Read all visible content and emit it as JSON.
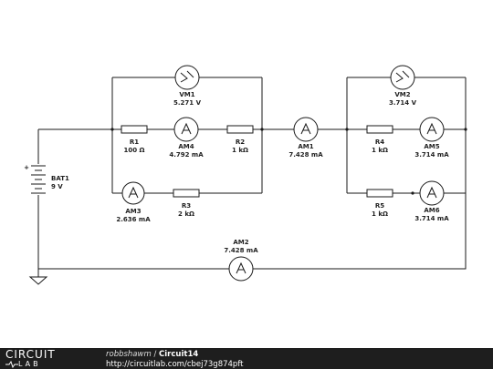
{
  "components": {
    "bat1": {
      "name": "BAT1",
      "value": "9 V"
    },
    "r1": {
      "name": "R1",
      "value": "100 Ω"
    },
    "r2": {
      "name": "R2",
      "value": "1 kΩ"
    },
    "r3": {
      "name": "R3",
      "value": "2 kΩ"
    },
    "r4": {
      "name": "R4",
      "value": "1 kΩ"
    },
    "r5": {
      "name": "R5",
      "value": "1 kΩ"
    },
    "vm1": {
      "name": "VM1",
      "value": "5.271 V"
    },
    "vm2": {
      "name": "VM2",
      "value": "3.714 V"
    },
    "am1": {
      "name": "AM1",
      "value": "7.428 mA"
    },
    "am2": {
      "name": "AM2",
      "value": "7.428 mA"
    },
    "am3": {
      "name": "AM3",
      "value": "2.636 mA"
    },
    "am4": {
      "name": "AM4",
      "value": "4.792 mA"
    },
    "am5": {
      "name": "AM5",
      "value": "3.714 mA"
    },
    "am6": {
      "name": "AM6",
      "value": "3.714 mA"
    }
  },
  "battery_polarity": "+",
  "footer": {
    "logo_top": "CIRCUIT",
    "logo_bottom": "LAB",
    "author": "robbshawm",
    "separator": " / ",
    "circuit_name": "Circuit14",
    "url": "http://circuitlab.com/cbej73g874pft"
  },
  "colors": {
    "wire": "#1a1a1a",
    "footer_bg": "#1e1e1e"
  }
}
